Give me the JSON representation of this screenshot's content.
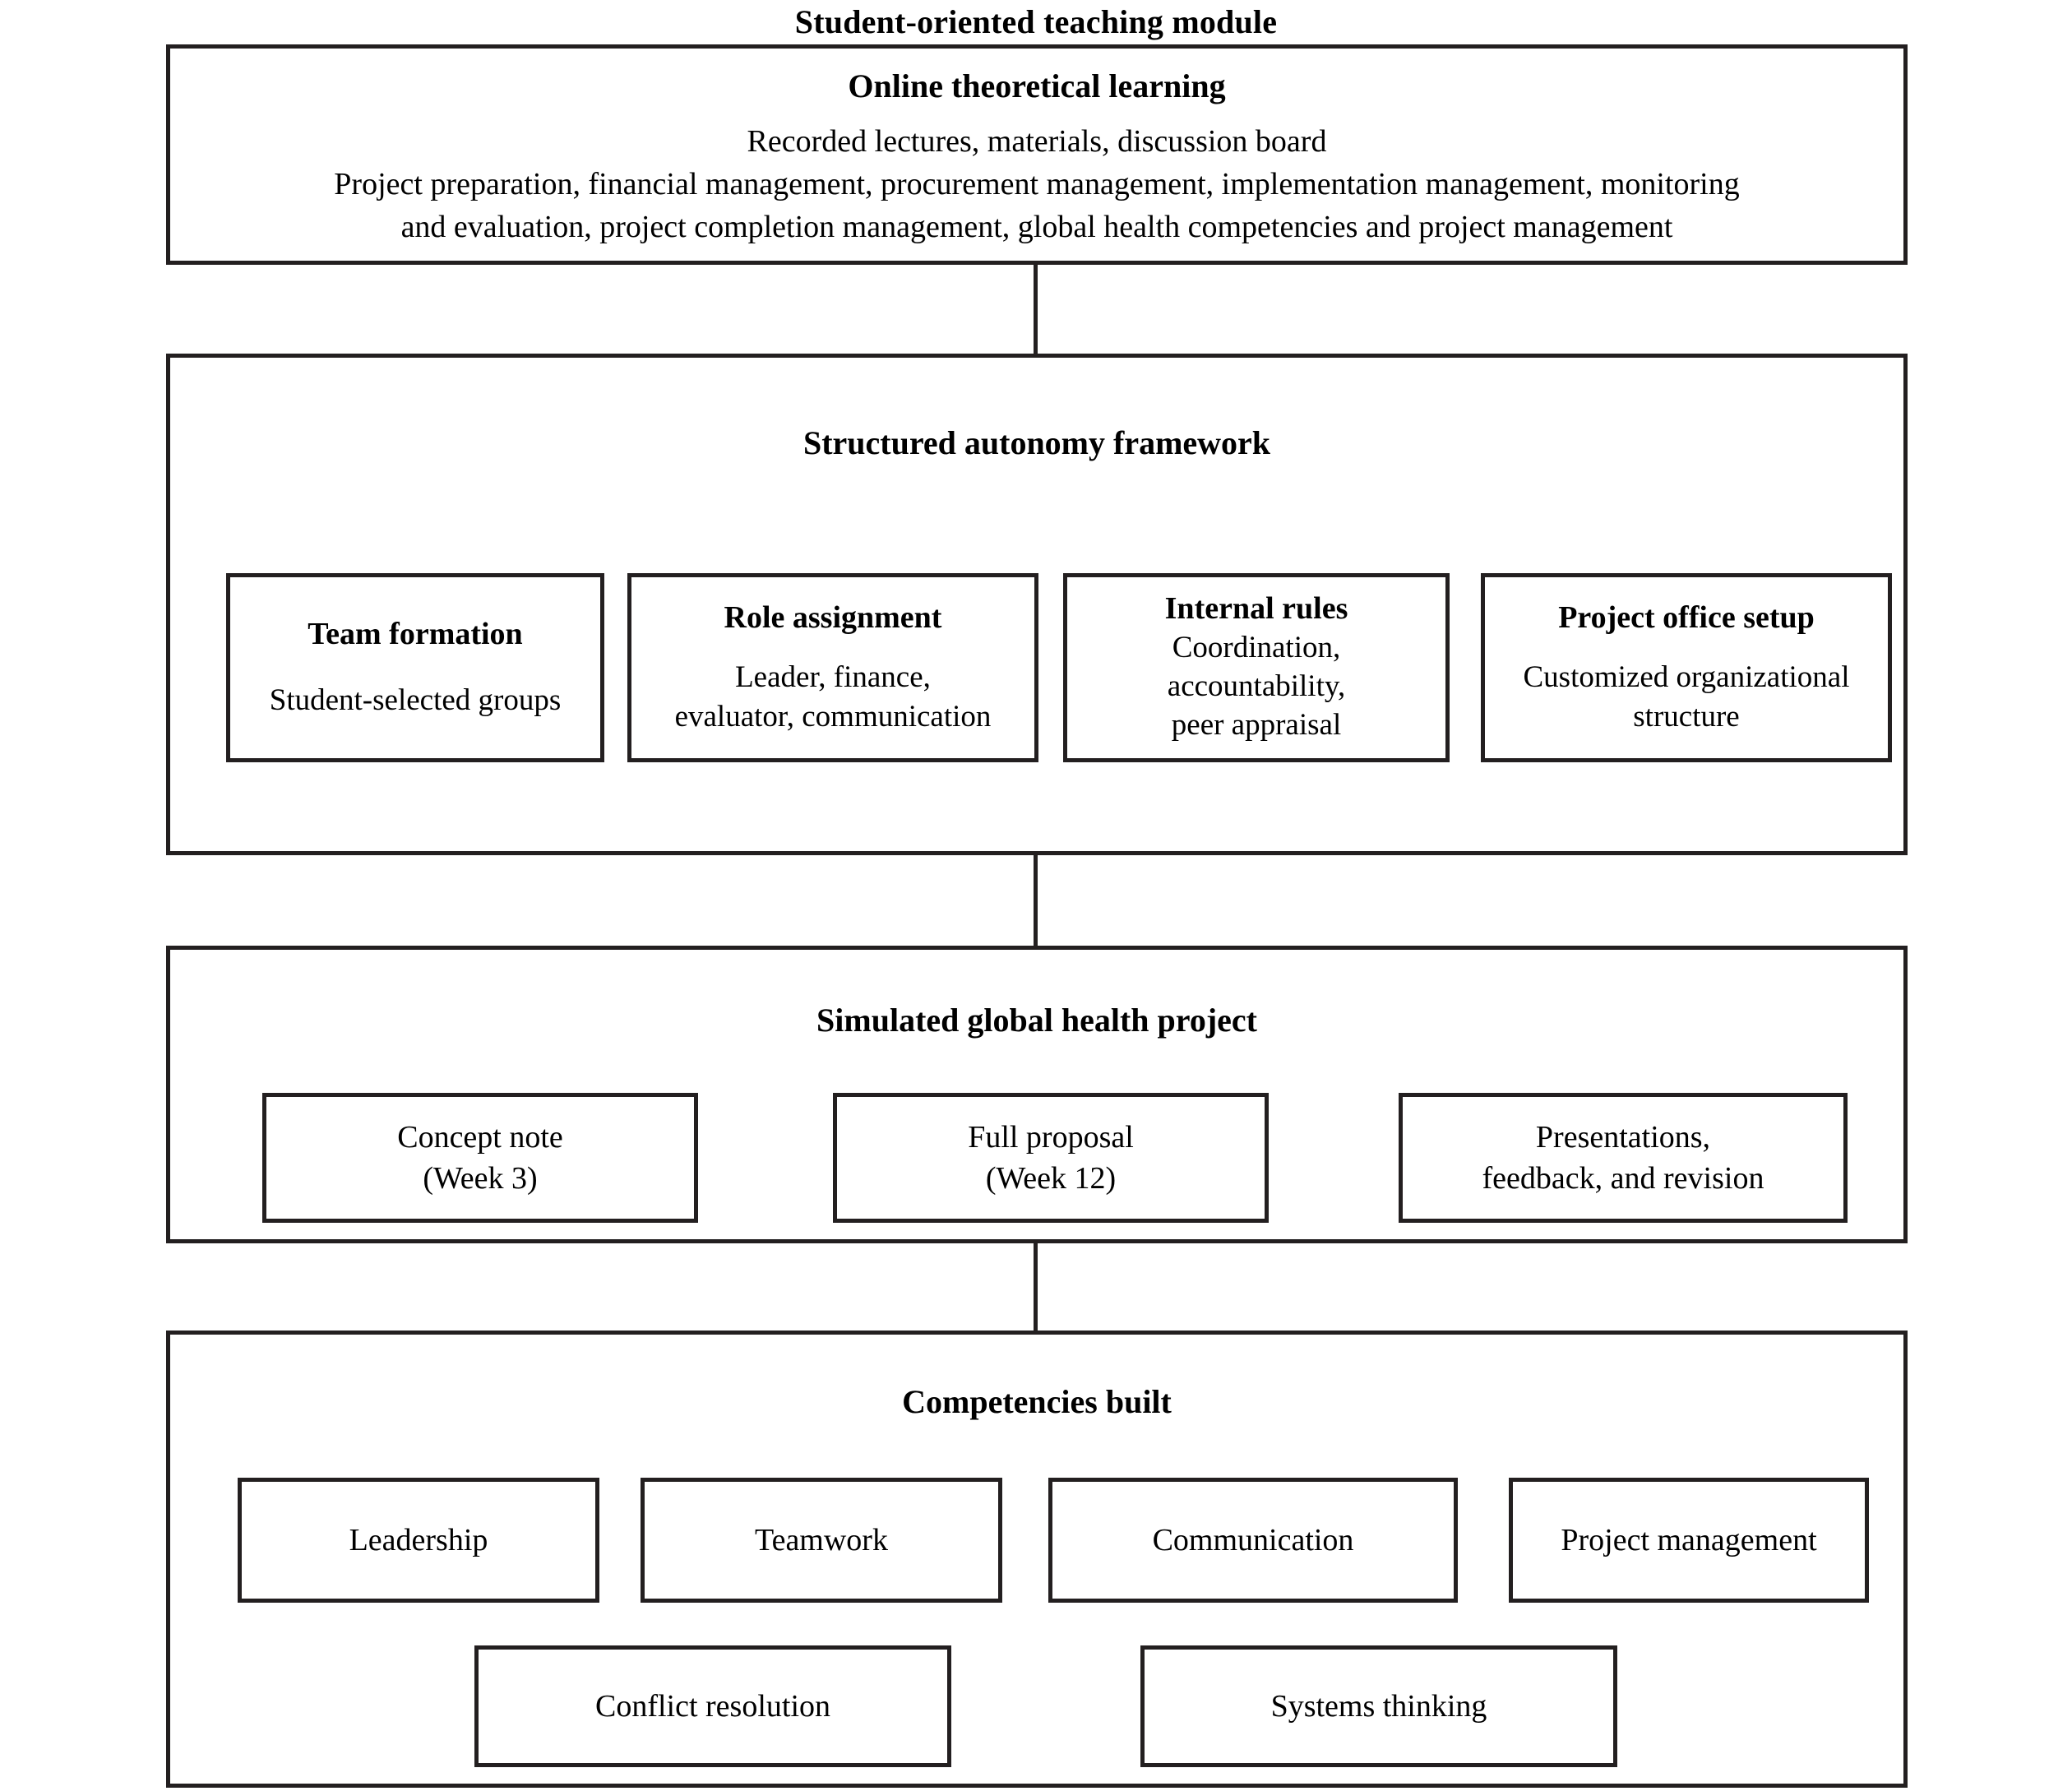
{
  "figure": {
    "title": "Student-oriented teaching module",
    "accent_color": "#231f20",
    "background_color": "#ffffff"
  },
  "sections": [
    {
      "id": "online-theoretical-learning",
      "heading": "Online theoretical learning",
      "lines": [
        "Recorded lectures, materials, discussion board",
        "Project preparation, financial management, procurement management, implementation management, monitoring",
        "and evaluation, project completion management, global health competencies and project management"
      ]
    },
    {
      "id": "structured-autonomy-framework",
      "heading": "Structured autonomy framework",
      "cards": [
        {
          "title": "Team formation",
          "body": "Student-selected groups"
        },
        {
          "title": "Role assignment",
          "body": "Leader, finance,\nevaluator, communication"
        },
        {
          "title": "Internal rules",
          "body": "Coordination,\naccountability,\npeer appraisal"
        },
        {
          "title": "Project office setup",
          "body": "Customized organizational\nstructure"
        }
      ]
    },
    {
      "id": "simulated-global-health-project",
      "heading": "Simulated global health project",
      "cards": [
        {
          "title": "",
          "body": "Concept note\n(Week 3)"
        },
        {
          "title": "",
          "body": "Full proposal\n(Week 12)"
        },
        {
          "title": "",
          "body": "Presentations,\nfeedback, and revision"
        }
      ]
    },
    {
      "id": "competencies-built",
      "heading": "Competencies built",
      "row_one": [
        {
          "label": "Leadership"
        },
        {
          "label": "Teamwork"
        },
        {
          "label": "Communication"
        },
        {
          "label": "Project management"
        }
      ],
      "row_two": [
        {
          "label": "Conflict resolution"
        },
        {
          "label": "Systems thinking"
        }
      ]
    }
  ],
  "connectors": [
    {
      "from": "online-theoretical-learning",
      "to": "structured-autonomy-framework"
    },
    {
      "from": "structured-autonomy-framework",
      "to": "simulated-global-health-project"
    },
    {
      "from": "simulated-global-health-project",
      "to": "competencies-built"
    }
  ]
}
